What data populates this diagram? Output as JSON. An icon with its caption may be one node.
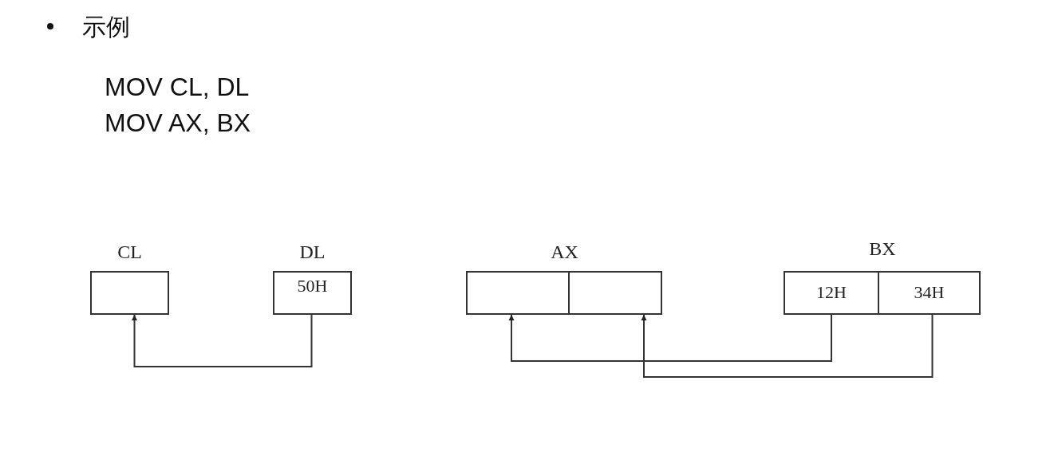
{
  "diagram": {
    "nodes": [
      {
        "text": [
          "CL"
        ]
      },
      {
        "text": [
          "DL",
          "50H"
        ]
      },
      {
        "text": [
          "AX"
        ]
      },
      {
        "text": [],
        "shape": "box",
        "in": 2
      },
      {
        "text": [],
        "shape": "box",
        "in": 2
      },
      {
        "text": [
          "BX"
        ]
      },
      {
        "text": [
          "12H"
        ],
        "in": 5
      },
      {
        "text": [
          "34H"
        ],
        "in": 5
      }
    ],
    "edges": [
      {
        "from": 1,
        "to": 0,
        "arrow": "to"
      },
      {
        "from": 6,
        "to": 3,
        "arrow": "to"
      },
      {
        "from": 7,
        "to": 4,
        "arrow": "to"
      }
    ],
    "labels": [
      "示例",
      "MOV CL, DL",
      "MOV AX, BX"
    ]
  }
}
